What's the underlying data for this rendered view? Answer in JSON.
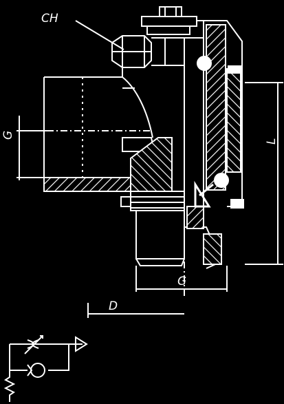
{
  "labels": {
    "ch": "CH",
    "g_left": "G",
    "g_bottom": "G",
    "l": "L",
    "d": "D"
  },
  "colors": {
    "background": "#000000",
    "ink": "#ffffff",
    "hatch": "#ffffff"
  },
  "symbol": {
    "description_icons": [
      "adjustable-restrictor-icon",
      "check-valve-icon",
      "spring-icon",
      "flow-arrow-icon"
    ]
  }
}
